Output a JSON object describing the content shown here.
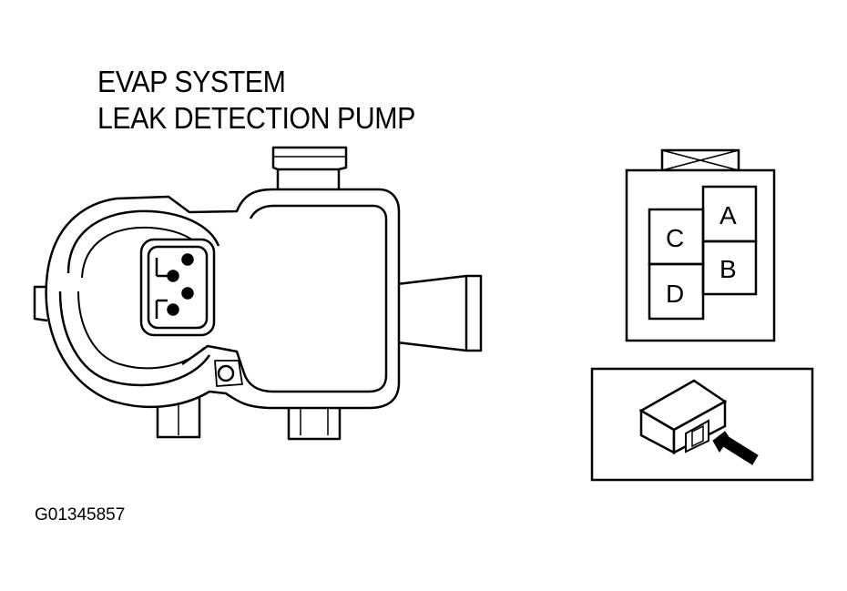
{
  "title": {
    "line1": "EVAP SYSTEM",
    "line2": "LEAK DETECTION PUMP"
  },
  "connector_pins": {
    "a": "A",
    "b": "B",
    "c": "C",
    "d": "D"
  },
  "figure_id": "G01345857",
  "colors": {
    "ink": "#000000",
    "paper": "#ffffff"
  }
}
